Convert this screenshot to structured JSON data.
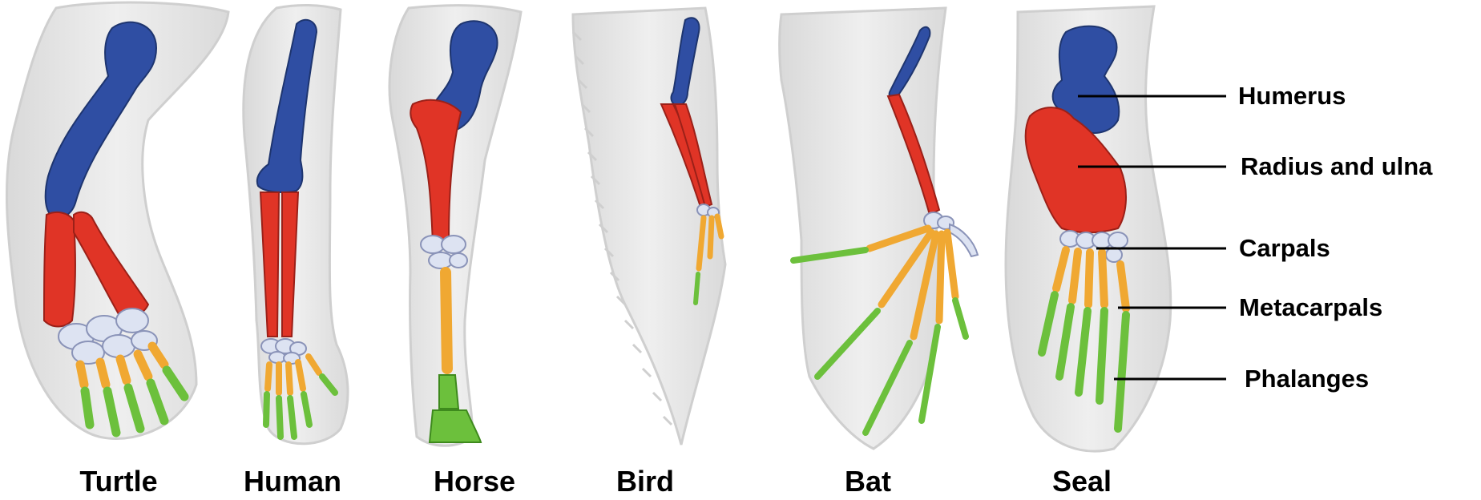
{
  "species": [
    {
      "id": "turtle",
      "label": "Turtle"
    },
    {
      "id": "human",
      "label": "Human"
    },
    {
      "id": "horse",
      "label": "Horse"
    },
    {
      "id": "bird",
      "label": "Bird"
    },
    {
      "id": "bat",
      "label": "Bat"
    },
    {
      "id": "seal",
      "label": "Seal"
    }
  ],
  "parts": [
    {
      "id": "humerus",
      "label": "Humerus",
      "color": "#2f4ea3"
    },
    {
      "id": "radius-ulna",
      "label": "Radius and ulna",
      "color": "#e03426"
    },
    {
      "id": "carpals",
      "label": "Carpals",
      "color": "#dde3f2"
    },
    {
      "id": "metacarpals",
      "label": "Metacarpals",
      "color": "#f0a832"
    },
    {
      "id": "phalanges",
      "label": "Phalanges",
      "color": "#6cc03c"
    }
  ],
  "colors": {
    "skin": "#e8e8e8",
    "skin_edge": "#cfcfcf",
    "leader_line": "#000000"
  }
}
